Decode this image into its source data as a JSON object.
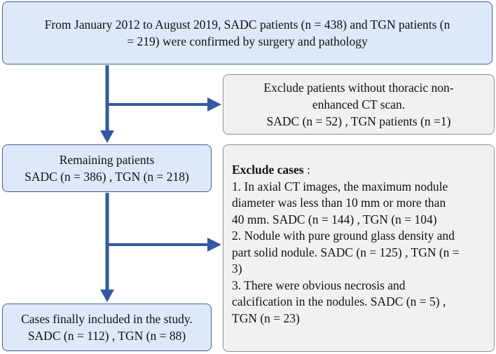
{
  "boxes": {
    "top": {
      "lines": [
        "From January 2012 to August 2019, SADC patients (n = 438) and TGN patients (n",
        "= 219) were confirmed by surgery and pathology"
      ]
    },
    "exclude_ct": {
      "lines": [
        "Exclude patients without thoracic non-",
        "enhanced CT scan.",
        "SADC (n = 52) , TGN patients (n =1)"
      ]
    },
    "remaining": {
      "lines": [
        "Remaining patients",
        "SADC (n = 386) , TGN (n = 218)"
      ]
    },
    "exclude_cases": {
      "heading": "Exclude cases",
      "heading_suffix": " :",
      "lines": [
        "1. In axial CT images, the maximum nodule",
        "diameter was less than 10 mm or more than",
        "40 mm. SADC (n = 144) , TGN (n = 104)",
        "2. Nodule with pure ground glass density and",
        "part solid nodule. SADC (n = 125) , TGN (n =",
        "3)",
        "3. There were obvious necrosis and",
        "calcification in the nodules. SADC (n = 5) ,",
        "TGN (n = 23)"
      ]
    },
    "final": {
      "lines": [
        "Cases finally included in the study.",
        "SADC (n = 112) , TGN (n = 88)"
      ]
    }
  },
  "colors": {
    "arrow": "#3459a3",
    "blue_fill": "#dde8f8",
    "blue_border": "#3f5f9a",
    "grey_fill": "#f1f1f1",
    "grey_border": "#8f8f8f"
  }
}
